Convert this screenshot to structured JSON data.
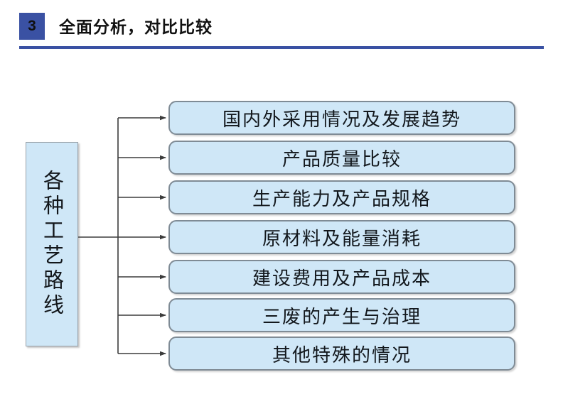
{
  "header": {
    "step_number": "3",
    "title": "全面分析，对比比较",
    "badge_color": "#3a51a3",
    "rule_color": "#3a51a3"
  },
  "diagram": {
    "type": "tree",
    "orientation": "left-to-right",
    "node_fill": "#cfe7f7",
    "node_border": "#7f8b95",
    "connector_color": "#3c3c3c",
    "root": {
      "label": "各种工艺路线",
      "text_direction": "vertical"
    },
    "branches": [
      {
        "label": "国内外采用情况及发展趋势"
      },
      {
        "label": "产品质量比较"
      },
      {
        "label": "生产能力及产品规格"
      },
      {
        "label": "原材料及能量消耗"
      },
      {
        "label": "建设费用及产品成本"
      },
      {
        "label": "三废的产生与治理"
      },
      {
        "label": "其他特殊的情况"
      }
    ]
  }
}
